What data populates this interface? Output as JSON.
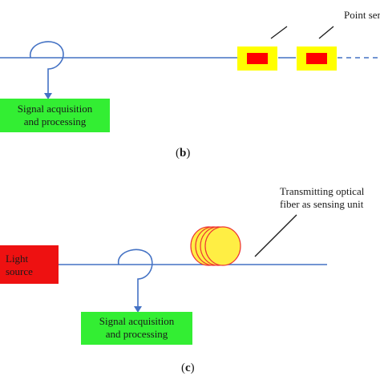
{
  "panel_b": {
    "label_open": "(",
    "label_letter": "b",
    "label_close": ")",
    "signal_box": {
      "line1": "Signal acquisition",
      "line2": "and processing"
    },
    "point_sensor_label": "Point sen"
  },
  "panel_c": {
    "label_open": "(",
    "label_letter": "c",
    "label_close": ")",
    "light_source": {
      "line1": "Light",
      "line2": "source"
    },
    "signal_box": {
      "line1": "Signal acquisition",
      "line2": "and processing"
    },
    "fiber_label": {
      "line1": "Transmitting optical",
      "line2": "fiber as sensing unit"
    }
  },
  "colors": {
    "fiber": "#4472c4",
    "green_box": "#33ee33",
    "red_box": "#ee1111",
    "sensor_outer": "#ffff00",
    "sensor_inner": "#ff0000",
    "coil_fill": "#ffee44",
    "coil_stroke": "#ee3333",
    "text": "#1a1a1a"
  }
}
